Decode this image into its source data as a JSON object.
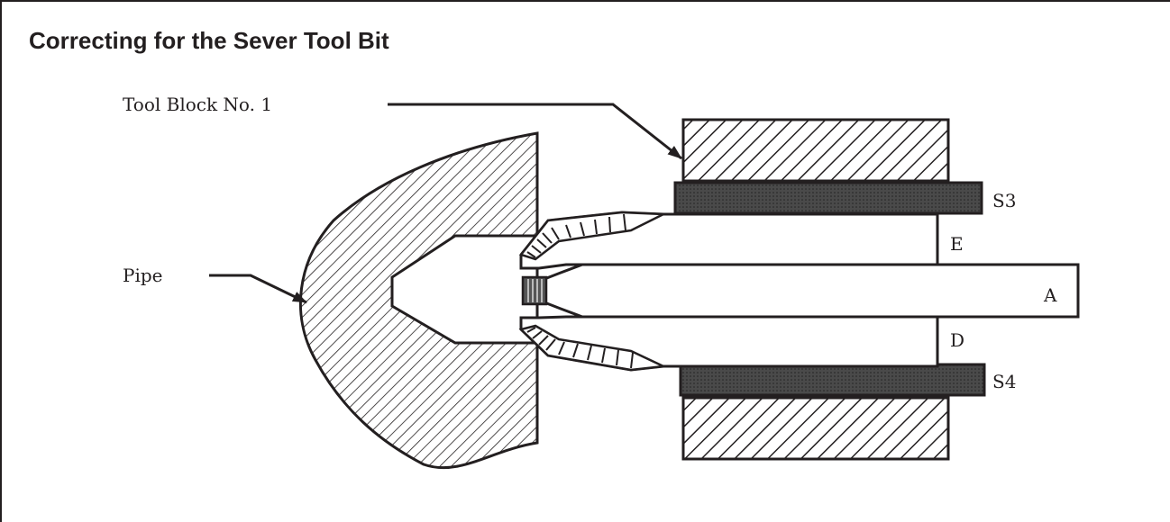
{
  "title": "Correcting for the Sever Tool Bit",
  "labels": {
    "tool_block": "Tool Block No. 1",
    "pipe": "Pipe",
    "s3": "S3",
    "s4": "S4",
    "e": "E",
    "a": "A",
    "d": "D"
  },
  "colors": {
    "ink": "#231f20",
    "shim": "#3a3a3a",
    "background": "#ffffff"
  }
}
